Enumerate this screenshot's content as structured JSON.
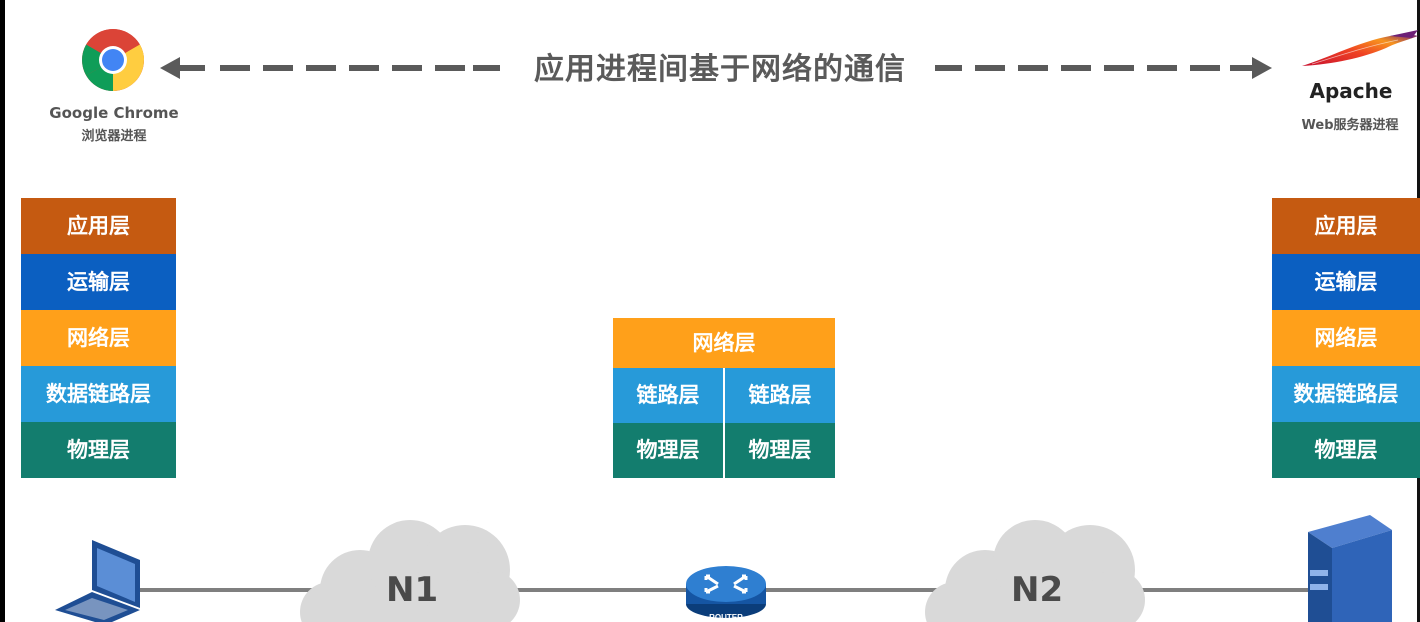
{
  "title": "应用进程间基于网络的通信",
  "client": {
    "name": "Google Chrome",
    "subtitle": "浏览器进程",
    "icon": "chrome-icon"
  },
  "server": {
    "name": "Apache",
    "subtitle": "Web服务器进程",
    "icon": "apache-feather-icon"
  },
  "host_stack": {
    "layers": [
      {
        "label": "应用层",
        "color": "#c55a11"
      },
      {
        "label": "运输层",
        "color": "#0b5fc1"
      },
      {
        "label": "网络层",
        "color": "#ffa01a"
      },
      {
        "label": "数据链路层",
        "color": "#279ad9"
      },
      {
        "label": "物理层",
        "color": "#137d6e"
      }
    ]
  },
  "server_stack": {
    "layers": [
      {
        "label": "应用层",
        "color": "#c55a11"
      },
      {
        "label": "运输层",
        "color": "#0b5fc1"
      },
      {
        "label": "网络层",
        "color": "#ffa01a"
      },
      {
        "label": "数据链路层",
        "color": "#279ad9"
      },
      {
        "label": "物理层",
        "color": "#137d6e"
      }
    ]
  },
  "router_stack": {
    "network": "网络层",
    "link_left": "链路层",
    "link_right": "链路层",
    "phy_left": "物理层",
    "phy_right": "物理层"
  },
  "network": {
    "n1": "N1",
    "n2": "N2",
    "router_label": "ROUTER"
  }
}
